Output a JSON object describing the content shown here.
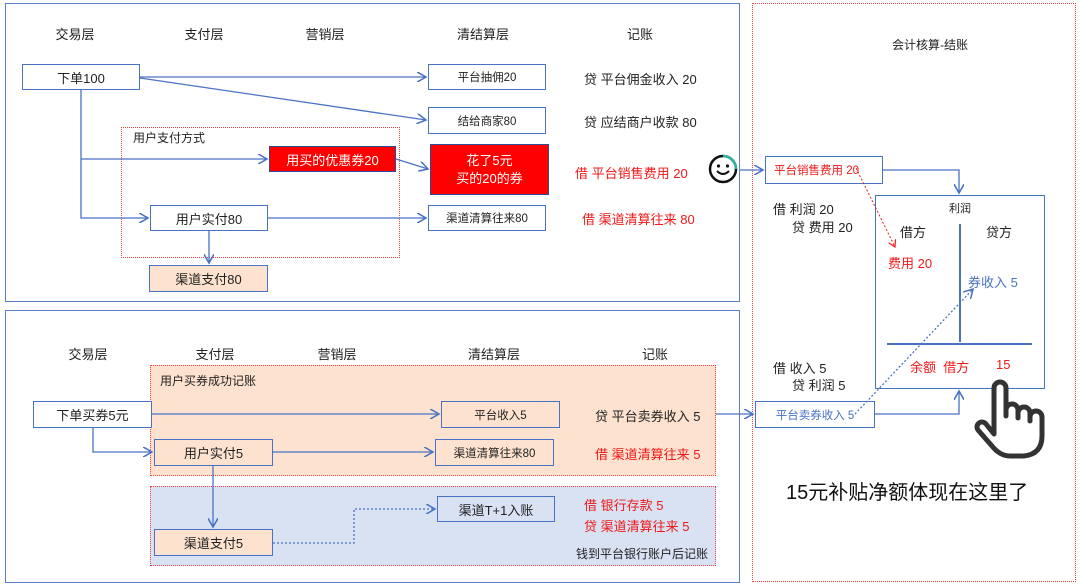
{
  "top": {
    "headers": [
      "交易层",
      "支付层",
      "营销层",
      "清结算层",
      "记账"
    ],
    "order": "下单100",
    "commission": "平台抽佣20",
    "merchant": "结给商家80",
    "pay_method_label": "用户支付方式",
    "coupon": "用买的优惠券20",
    "spent_line1": "花了5元",
    "spent_line2": "买的20的券",
    "user_paid": "用户实付80",
    "channel_clear": "渠道清算往来80",
    "channel_pay": "渠道支付80",
    "ledger": [
      "贷 平台佣金收入 20",
      "贷 应结商户收款 80",
      "借 平台销售费用 20",
      "借 渠道清算往来 80"
    ]
  },
  "bottom": {
    "headers": [
      "交易层",
      "支付层",
      "营销层",
      "清结算层",
      "记账"
    ],
    "success_label": "用户买券成功记账",
    "order": "下单买券5元",
    "platform_income": "平台收入5",
    "user_paid": "用户实付5",
    "channel_clear": "渠道清算往来80",
    "t1": "渠道T+1入账",
    "channel_pay": "渠道支付5",
    "bank_label": "钱到平台银行账户后记账",
    "ledger": [
      "贷 平台卖券收入 5",
      "借 渠道清算往来 5",
      "借 银行存款 5",
      "贷 渠道清算往来 5"
    ]
  },
  "right": {
    "title": "会计核算-结账",
    "expense_box": "平台销售费用 20",
    "entry1_a": "借 利润 20",
    "entry1_b": "贷 费用 20",
    "profit_title": "利润",
    "debit": "借方",
    "credit": "贷方",
    "expense": "费用 20",
    "coupon_income": "券收入 5",
    "balance": "余额  借方",
    "balance_value": "15",
    "entry2_a": "借 收入 5",
    "entry2_b": "贷 利润 5",
    "income_box": "平台卖券收入 5",
    "note": "15元补贴净额体现在这里了"
  }
}
